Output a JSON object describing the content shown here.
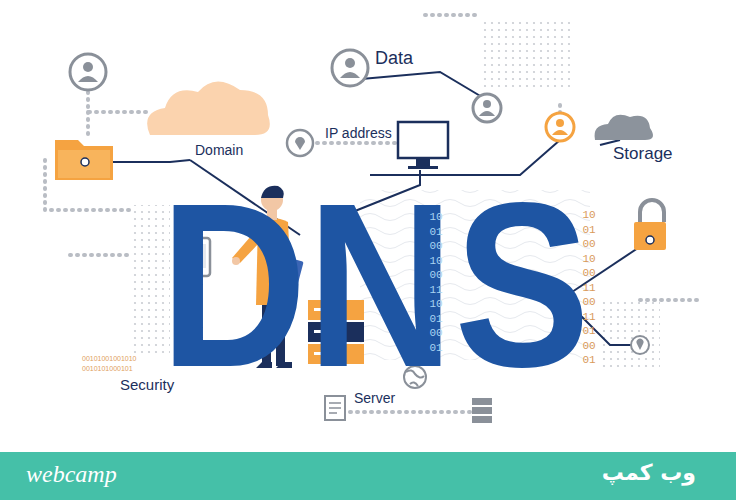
{
  "diagram": {
    "title": "DNS",
    "nodes": [
      {
        "text": [
          "webcamp",
          "وب کمپ"
        ]
      }
    ],
    "labels": [
      "Data",
      "IP address",
      "Domain",
      "Storage",
      "10 01 00 10 00 11 10 01 00 01",
      "10 01 00 10 00 11 00 11 01 00 01",
      "Security",
      "00101001001010",
      "0010101000101",
      "Server"
    ]
  }
}
